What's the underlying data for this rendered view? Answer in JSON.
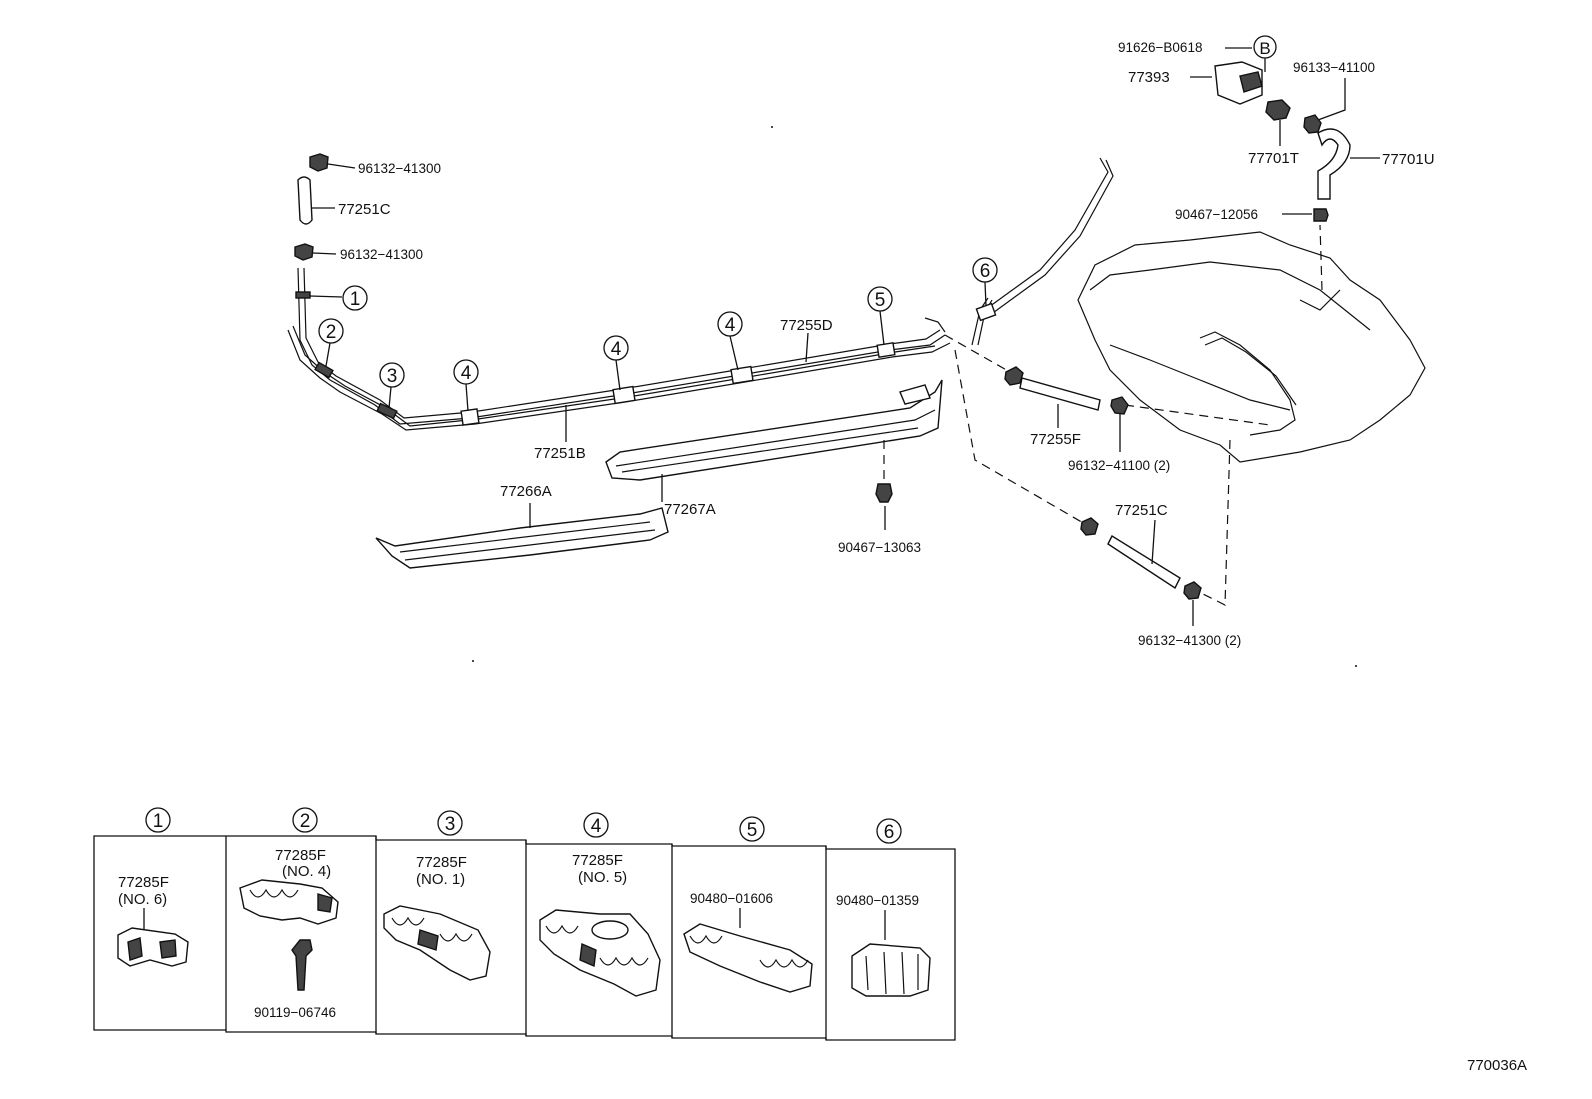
{
  "callouts": {
    "c1": "1",
    "c2": "2",
    "c3": "3",
    "c4a": "4",
    "c4b": "4",
    "c4c": "4",
    "c5": "5",
    "c6": "6",
    "cB": "B"
  },
  "labels": {
    "p96132_41300_top": "96132−41300",
    "p77251C_top": "77251C",
    "p96132_41300_mid": "96132−41300",
    "p77255D": "77255D",
    "p77251B": "77251B",
    "p77266A": "77266A",
    "p77267A": "77267A",
    "p90467_13063": "90467−13063",
    "p77255F": "77255F",
    "p96132_41100": "96132−41100 (2)",
    "p77251C_right": "77251C",
    "p96132_41300_bot": "96132−41300 (2)",
    "p91626_B0618": "91626−B0618",
    "p77393": "77393",
    "p96133_41100": "96133−41100",
    "p77701T": "77701T",
    "p77701U": "77701U",
    "p90467_12056": "90467−12056"
  },
  "clip_table": {
    "columns": [
      {
        "num": "1",
        "part": "77285F",
        "sub": "(NO. 6)",
        "extra": ""
      },
      {
        "num": "2",
        "part": "77285F",
        "sub": "(NO. 4)",
        "extra": "90119−06746"
      },
      {
        "num": "3",
        "part": "77285F",
        "sub": "(NO. 1)",
        "extra": ""
      },
      {
        "num": "4",
        "part": "77285F",
        "sub": "(NO. 5)",
        "extra": ""
      },
      {
        "num": "5",
        "part": "90480−01606",
        "sub": "",
        "extra": ""
      },
      {
        "num": "6",
        "part": "90480−01359",
        "sub": "",
        "extra": ""
      }
    ]
  },
  "diagram_id": "770036A"
}
